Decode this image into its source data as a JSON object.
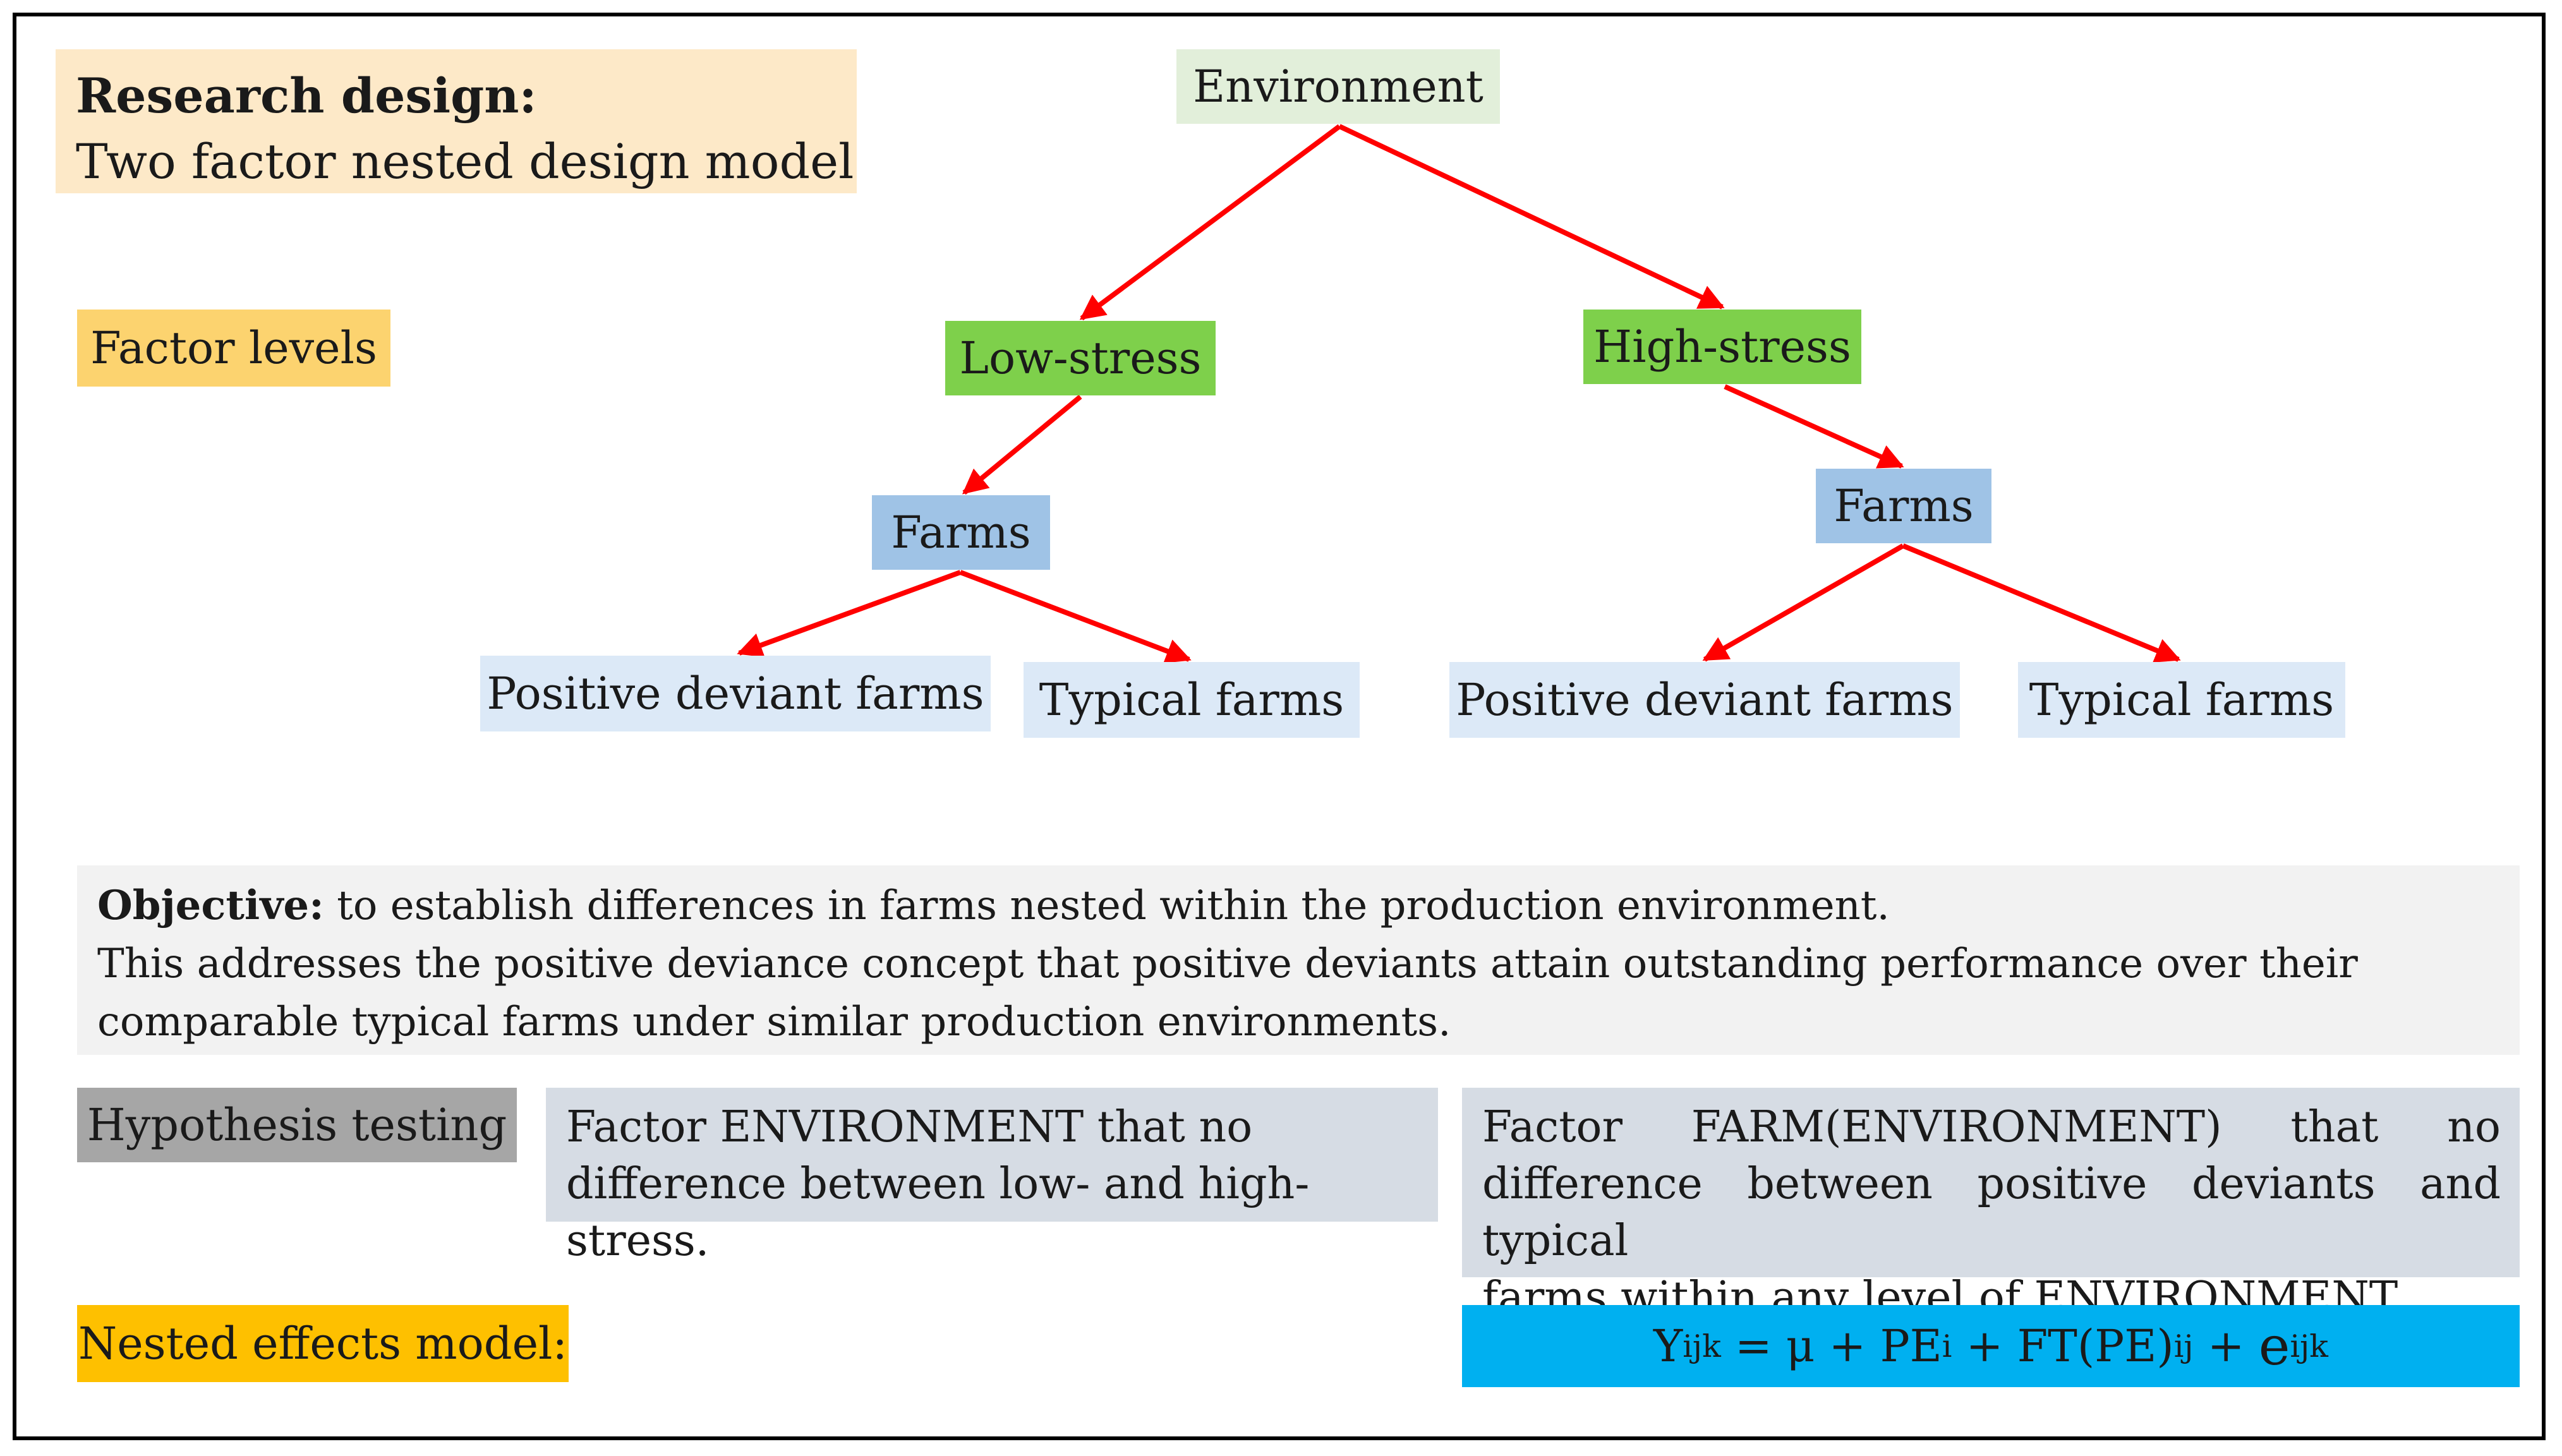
{
  "research_design": {
    "label": "Research design:",
    "model": "Two factor nested design model"
  },
  "factor_levels_label": "Factor levels",
  "tree": {
    "root": "Environment",
    "low_stress": "Low-stress",
    "high_stress": "High-stress",
    "farms_left": "Farms",
    "farms_right": "Farms",
    "positive_deviant_left": "Positive deviant farms",
    "typical_left": "Typical farms",
    "positive_deviant_right": "Positive deviant farms",
    "typical_right": "Typical farms",
    "arrow_color": "#ff0000"
  },
  "objective": {
    "label": "Objective:",
    "line1": "to establish differences in farms nested within the production environment.",
    "line2": "This addresses the positive deviance concept that positive deviants attain outstanding performance over their",
    "line3": "comparable typical farms under similar production environments."
  },
  "hypothesis": {
    "label": "Hypothesis testing",
    "environment_line1": "Factor ENVIRONMENT that no",
    "environment_line2": "difference between low- and high-stress.",
    "farm_line1_words": [
      "Factor",
      "FARM(ENVIRONMENT)",
      "that",
      "no"
    ],
    "farm_line2": "difference between positive deviants and typical",
    "farm_line3": "farms within any level of ENVIRONMENT."
  },
  "nested_model": {
    "label": "Nested effects model:",
    "y": "Y",
    "y_sub": "ijk",
    "eq": " = μ + PE",
    "pe_sub": "i",
    "plus1": " + FT(PE)",
    "ft_sub": "ij",
    "plus2": " + ",
    "e": "e",
    "e_sub": "ijk"
  },
  "colors": {
    "title_bg": "#fde9c8",
    "factor_levels_bg": "#fcd36f",
    "environment_bg": "#e2efda",
    "stress_bg": "#7ed04b",
    "farms_bg": "#9fc3e6",
    "leaf_bg": "#dce9f7",
    "objective_bg": "#f2f2f2",
    "hypothesis_bg": "#a6a6a6",
    "hypothesis_text_bg": "#d6dce4",
    "nested_label_bg": "#fec000",
    "formula_bg": "#00b0f0"
  }
}
